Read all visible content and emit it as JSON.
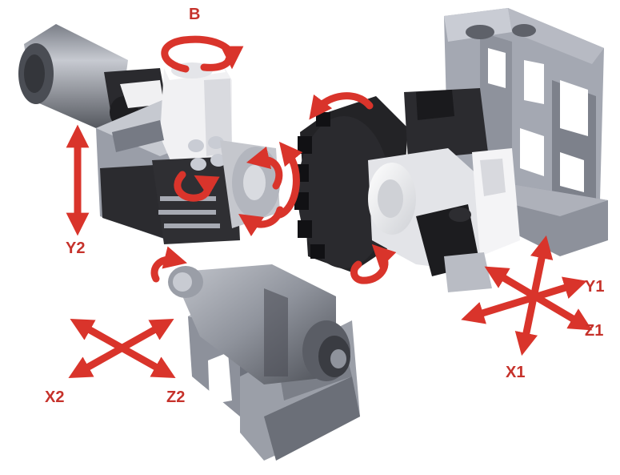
{
  "colors": {
    "arrow": "#d9342b",
    "label": "#c6322b",
    "steel_light": "#c9ccd4",
    "steel_mid": "#9a9ea8",
    "steel_dark": "#6d717a",
    "black_part": "#1f1f22",
    "white_part": "#f2f2f2"
  },
  "labels": {
    "b": "B",
    "y2": "Y2",
    "x2": "X2",
    "z2": "Z2",
    "y1": "Y1",
    "z1": "Z1",
    "x1": "X1"
  }
}
